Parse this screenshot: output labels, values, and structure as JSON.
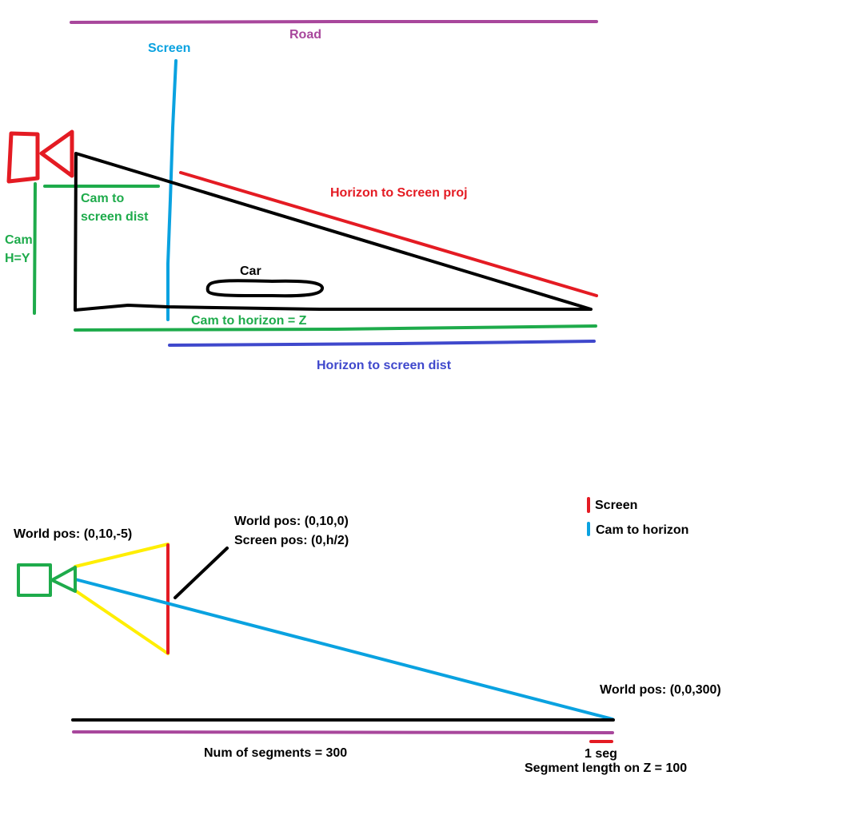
{
  "colors": {
    "purple": "#a8479c",
    "cyan": "#0aa2e0",
    "red": "#e41b23",
    "green": "#1eab4b",
    "blue": "#3f48cc",
    "black": "#000000",
    "yellow": "#ffee00"
  },
  "top": {
    "road_label": "Road",
    "screen_label": "Screen",
    "horizon_proj_label": "Horizon to Screen  proj",
    "cam_screen_dist_line1": "Cam to",
    "cam_screen_dist_line2": "screen dist",
    "cam_h_line1": "Cam",
    "cam_h_line2": "H=Y",
    "car_label": "Car",
    "cam_horizon_label": "Cam to horizon = Z",
    "horizon_screen_dist_label": "Horizon to screen dist"
  },
  "bottom": {
    "cam_world_pos": "World pos: (0,10,-5)",
    "screen_world_pos": "World pos: (0,10,0)",
    "screen_screen_pos": "Screen pos: (0,h/2)",
    "horizon_world_pos": "World pos: (0,0,300)",
    "num_segments": "Num of segments = 300",
    "one_seg": "1 seg",
    "segment_length": "Segment length on Z = 100"
  },
  "legend": {
    "items": [
      {
        "label": "Screen",
        "color": "#e41b23"
      },
      {
        "label": "Cam to horizon",
        "color": "#0aa2e0"
      }
    ]
  }
}
